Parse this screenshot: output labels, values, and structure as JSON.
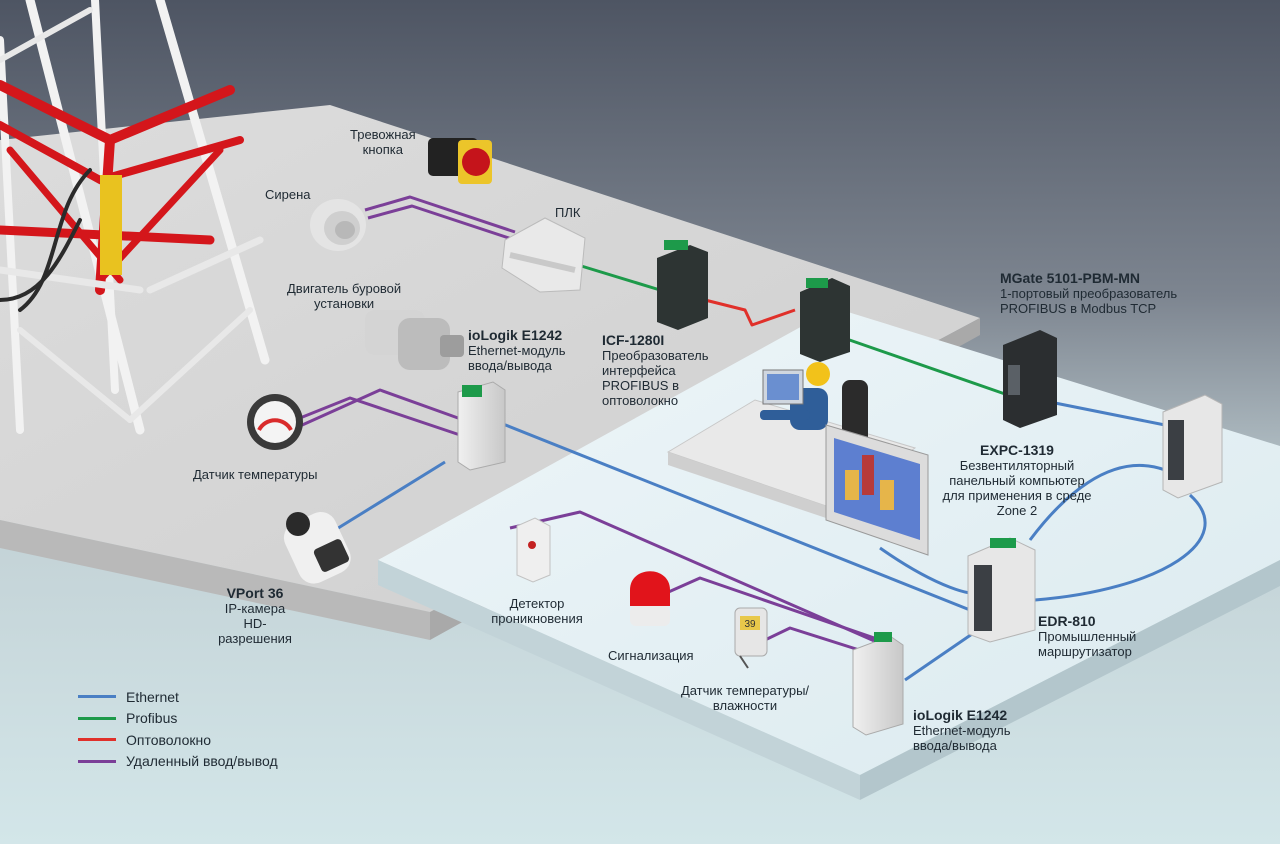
{
  "labels": {
    "alarm_button": "Тревожная\nкнопка",
    "siren": "Сирена",
    "plc": "ПЛК",
    "drill_motor": "Двигатель буровой\nустановки",
    "temp_sensor": "Датчик температуры",
    "iologik_top_name": "ioLogik E1242",
    "iologik_top_desc": "Ethernet-модуль\nввода/вывода",
    "icf_name": "ICF-1280I",
    "icf_desc": "Преобразователь\nинтерфейса\nPROFIBUS в\nоптоволокно",
    "mgate_name": "MGate 5101-PBM-MN",
    "mgate_desc": "1-портовый преобразователь\nPROFIBUS в Modbus TCP",
    "expc_name": "EXPC-1319",
    "expc_desc": "Безвентиляторный\nпанельный компьютер\nдля применения в среде\nZone 2",
    "vport_name": "VPort 36",
    "vport_desc": "IP-камера\nHD-разрешения",
    "intrusion": "Детектор\nпроникновения",
    "signal": "Сигнализация",
    "temp_humidity": "Датчик температуры/\nвлажности",
    "edr_name": "EDR-810",
    "edr_desc": "Промышленный\nмаршрутизатор",
    "iologik_bottom_name": "ioLogik E1242",
    "iologik_bottom_desc": "Ethernet-модуль\nввода/вывода",
    "thermo_display": "39"
  },
  "legend": [
    {
      "label": "Ethernet",
      "color": "#4a7fc4"
    },
    {
      "label": "Profibus",
      "color": "#1d9a4a"
    },
    {
      "label": "Оптоволокно",
      "color": "#e0302a"
    },
    {
      "label": "Удаленный ввод/вывод",
      "color": "#7b3f98"
    }
  ]
}
